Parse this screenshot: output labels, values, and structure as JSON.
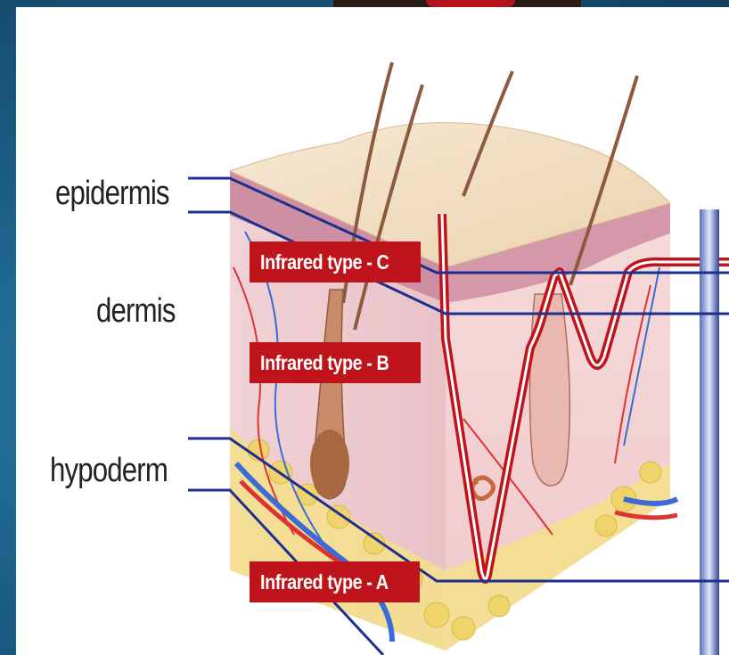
{
  "layers": {
    "epidermis": "epidermis",
    "dermis": "dermis",
    "hypoderm": "hypoderm"
  },
  "infrared": {
    "type_c": "Infrared type - C",
    "type_b": "Infrared type - B",
    "type_a": "Infrared type - A"
  },
  "colors": {
    "label_bg": "#c0141c",
    "leader_line": "#1d2f8f",
    "background": "#1b5f86",
    "skin_surface": "#f1dcc0"
  }
}
